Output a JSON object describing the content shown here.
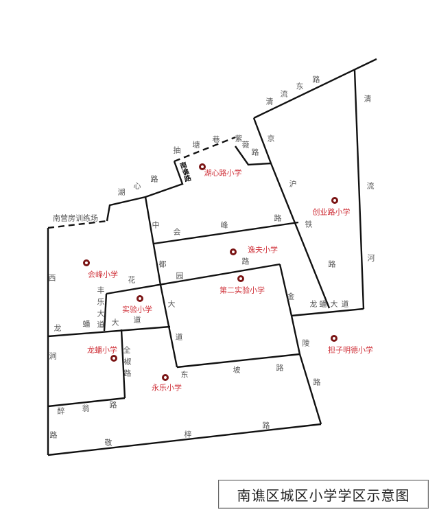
{
  "title": "南谯区城区小学学区示意图",
  "colors": {
    "road_line": "#111111",
    "road_label": "#555555",
    "school_label": "#d0343c",
    "school_marker": "#7a1414"
  },
  "roads": {
    "qingliu_east": [
      "清",
      "流",
      "东",
      "路"
    ],
    "qingliu_river": [
      "清",
      "流",
      "河"
    ],
    "chouting_lane": [
      "抽",
      "塘",
      "巷"
    ],
    "ziwei_road": [
      "紫",
      "薇",
      "路"
    ],
    "nanqiao_road": "南谯路",
    "huxin_road": [
      "湖",
      "心",
      "路"
    ],
    "nanying_training": "南营房训练场",
    "jinghu_railway": [
      "京",
      "沪",
      "铁",
      "路"
    ],
    "zhonghuifeng_road": [
      "中",
      "会",
      "峰",
      "路"
    ],
    "duyuan_road": [
      "都",
      "园",
      "路"
    ],
    "fengle_avenue": [
      "丰",
      "乐",
      "大",
      "道"
    ],
    "xijian": [
      "西",
      "涧"
    ],
    "longpan_avenue_west": [
      "龙",
      "蟠",
      "大",
      "道"
    ],
    "huayuan": "花",
    "da_dao_center": [
      "大",
      "道"
    ],
    "longpan_avenue_east": [
      "龙",
      "蟠",
      "大",
      "道"
    ],
    "jinling_road": [
      "金",
      "陵",
      "路"
    ],
    "quanjiao_road": [
      "全",
      "椒",
      "路"
    ],
    "dongpo_road": [
      "东",
      "坡",
      "路"
    ],
    "zuiweng_road": [
      "醉",
      "翁",
      "路"
    ],
    "jingzi_road": [
      "敬",
      "梓",
      "路"
    ],
    "lu_left": "路"
  },
  "schools": [
    {
      "name": "湖心路小学"
    },
    {
      "name": "创业路小学"
    },
    {
      "name": "会峰小学"
    },
    {
      "name": "逸夫小学"
    },
    {
      "name": "第二实验小学"
    },
    {
      "name": "实验小学"
    },
    {
      "name": "担子明德小学"
    },
    {
      "name": "龙蟠小学"
    },
    {
      "name": "永乐小学"
    }
  ]
}
